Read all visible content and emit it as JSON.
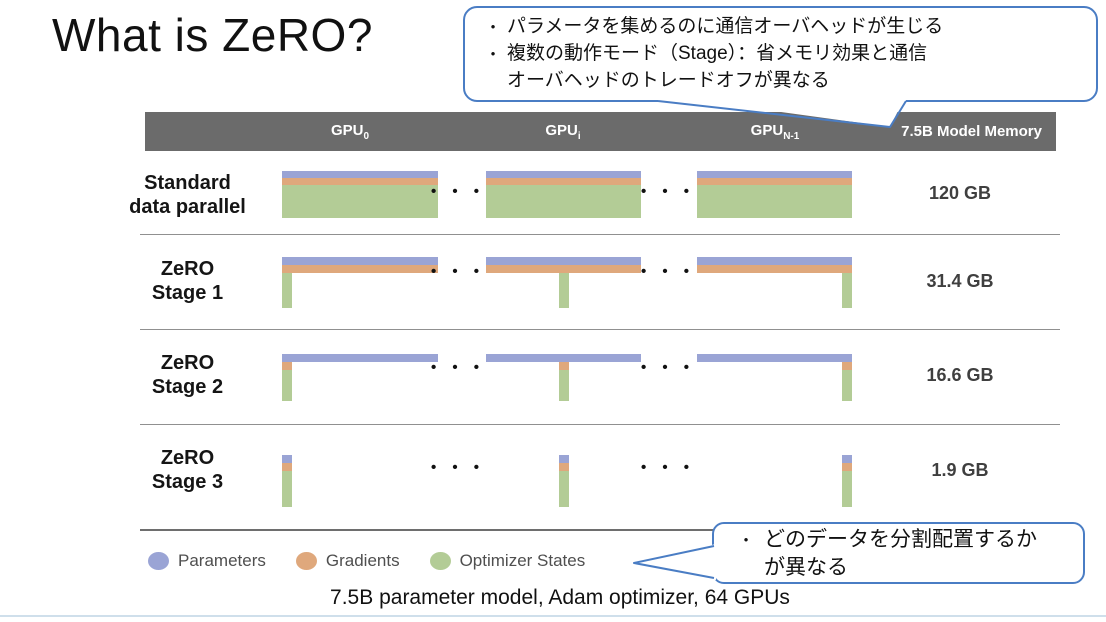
{
  "slide": {
    "title": "What is ZeRO?",
    "bullet_char": "•",
    "dots": "• • •"
  },
  "callout_top": {
    "bullet1_line1": "パラメータを集めるのに通信オーバヘッドが生じる",
    "bullet2_line1": "複数の動作モード（Stage）：省メモリ効果と通信",
    "bullet2_line2": "オーバヘッドのトレードオフが異なる"
  },
  "callout_bottom": {
    "bullet1_line1": "どのデータを分割配置するか",
    "bullet1_line2": "が異なる"
  },
  "table": {
    "header": {
      "gpu0_base": "GPU",
      "gpu0_sub": "0",
      "gpui_base": "GPU",
      "gpui_sub": "i",
      "gpun_base": "GPU",
      "gpun_sub": "N-1",
      "memory": "7.5B Model Memory"
    },
    "rows": [
      {
        "label1": "Standard",
        "label2": "data parallel",
        "memory": "120 GB"
      },
      {
        "label1": "ZeRO",
        "label2": "Stage 1",
        "memory": "31.4 GB"
      },
      {
        "label1": "ZeRO",
        "label2": "Stage 2",
        "memory": "16.6 GB"
      },
      {
        "label1": "ZeRO",
        "label2": "Stage 3",
        "memory": "1.9 GB"
      }
    ]
  },
  "legend": {
    "items": [
      {
        "label": "Parameters"
      },
      {
        "label": "Gradients"
      },
      {
        "label": "Optimizer States"
      }
    ]
  },
  "caption": "7.5B parameter model, Adam optimizer, 64 GPUs",
  "colors": {
    "parameters": "#9aa4d5",
    "gradients": "#dfa87c",
    "optimizer_states": "#b3cc96",
    "header_bg": "#6b6b6b",
    "callout_border": "#4a7dc4"
  },
  "chart_data": {
    "type": "bar",
    "categories": [
      "Standard data parallel",
      "ZeRO Stage 1",
      "ZeRO Stage 2",
      "ZeRO Stage 3"
    ],
    "values": [
      120,
      31.4,
      16.6,
      1.9
    ],
    "unit": "GB",
    "series_legend": [
      "Parameters",
      "Gradients",
      "Optimizer States"
    ],
    "xlabels": [
      "GPU_0",
      "GPU_i",
      "GPU_N-1"
    ],
    "title": "7.5B Model Memory"
  }
}
